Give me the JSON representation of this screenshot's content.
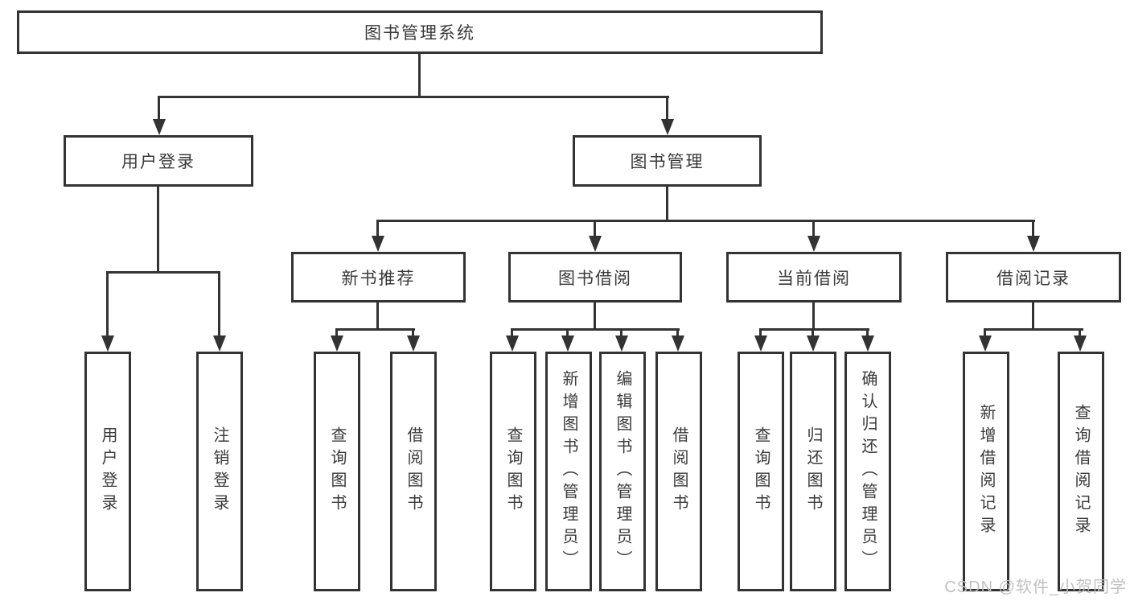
{
  "diagram": {
    "title": "图书管理系统",
    "watermark": "CSDN @软件_小贺同学",
    "colors": {
      "line": "#333333",
      "text": "#3a3a3a",
      "box_background": "#ffffff",
      "watermark": "#bebebe"
    },
    "nodes": {
      "root": "图书管理系统",
      "user_login": "用户登录",
      "book_management": "图书管理",
      "new_book_recommend": "新书推荐",
      "book_borrowing": "图书借阅",
      "current_borrowing": "当前借阅",
      "borrowing_records": "借阅记录",
      "leaves_user_login": [
        "用户登录",
        "注销登录"
      ],
      "leaves_new_book_recommend": [
        "查询图书",
        "借阅图书"
      ],
      "leaves_book_borrowing": [
        "查询图书",
        "新增图书（管理员）",
        "编辑图书（管理员）",
        "借阅图书"
      ],
      "leaves_current_borrowing": [
        "查询图书",
        "归还图书",
        "确认归还（管理员）"
      ],
      "leaves_borrowing_records": [
        "新增借阅记录",
        "查询借阅记录"
      ]
    }
  }
}
